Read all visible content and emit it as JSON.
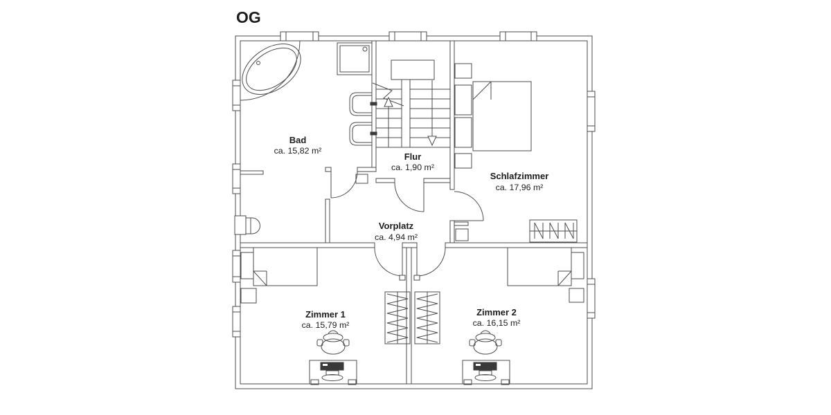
{
  "title": "OG",
  "rooms": [
    {
      "id": "bad",
      "name": "Bad",
      "area": "ca. 15,82 m²"
    },
    {
      "id": "flur",
      "name": "Flur",
      "area": "ca. 1,90 m²"
    },
    {
      "id": "schlafzimmer",
      "name": "Schlafzimmer",
      "area": "ca. 17,96 m²"
    },
    {
      "id": "vorplatz",
      "name": "Vorplatz",
      "area": "ca. 4,94 m²"
    },
    {
      "id": "zimmer1",
      "name": "Zimmer 1",
      "area": "ca. 15,79 m²"
    },
    {
      "id": "zimmer2",
      "name": "Zimmer 2",
      "area": "ca. 16,15 m²"
    }
  ],
  "colors": {
    "line": "#4b4b4b",
    "text": "#1c1c1c",
    "background": "#ffffff",
    "keyboard_fill": "#3a3a3a"
  }
}
